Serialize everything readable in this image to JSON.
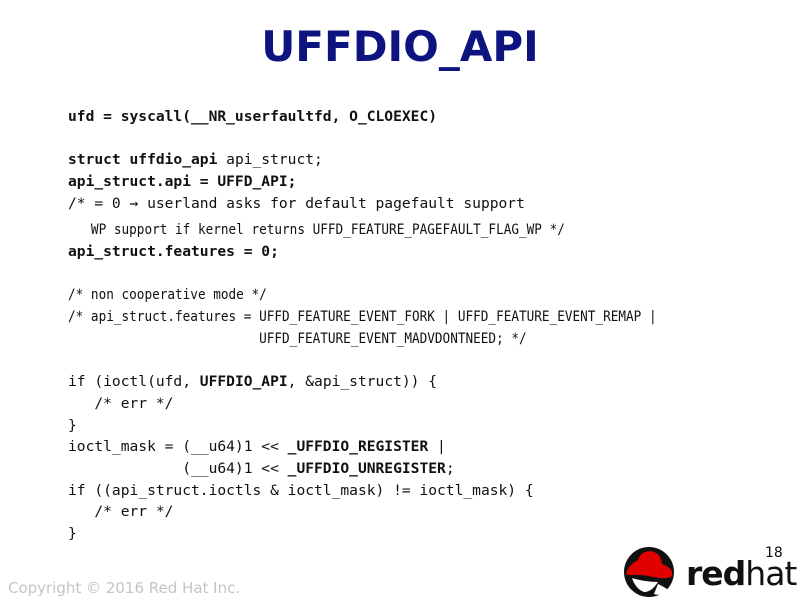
{
  "slide": {
    "title": "UFFDIO_API",
    "page_number": "18",
    "footer": "Copyright © 2016 Red Hat Inc.",
    "logo": {
      "icon": "redhat-shadowman-icon",
      "text_bold": "red",
      "text_light": "hat"
    },
    "colors": {
      "title": "#0d1480",
      "code": "#111111",
      "footer": "#c4c4c4",
      "logo_red": "#e00000"
    }
  },
  "code": {
    "l1": "ufd = syscall(__NR_userfaultfd, O_CLOEXEC)",
    "l2a": "struct uffdio_api",
    "l2b": " api_struct;",
    "l3": "api_struct.api = UFFD_API;",
    "l4": "/* = 0 → userland asks for default pagefault support",
    "l5": "   WP support if kernel returns UFFD_FEATURE_PAGEFAULT_FLAG_WP */",
    "l6": "api_struct.features = 0;",
    "l7": "/* non cooperative mode */",
    "l8": "/* api_struct.features = UFFD_FEATURE_EVENT_FORK | UFFD_FEATURE_EVENT_REMAP |",
    "l9": "                         UFFD_FEATURE_EVENT_MADVDONTNEED; */",
    "l10a": "if (ioctl(ufd, ",
    "l10b": "UFFDIO_API",
    "l10c": ", &api_struct)) {",
    "l11": "   /* err */",
    "l12": "}",
    "l13a": "ioctl_mask = (__u64)1 << ",
    "l13b": "_UFFDIO_REGISTER",
    "l13c": " |",
    "l14a": "             (__u64)1 << ",
    "l14b": "_UFFDIO_UNREGISTER",
    "l14c": ";",
    "l15": "if ((api_struct.ioctls & ioctl_mask) != ioctl_mask) {",
    "l16": "   /* err */",
    "l17": "}"
  }
}
